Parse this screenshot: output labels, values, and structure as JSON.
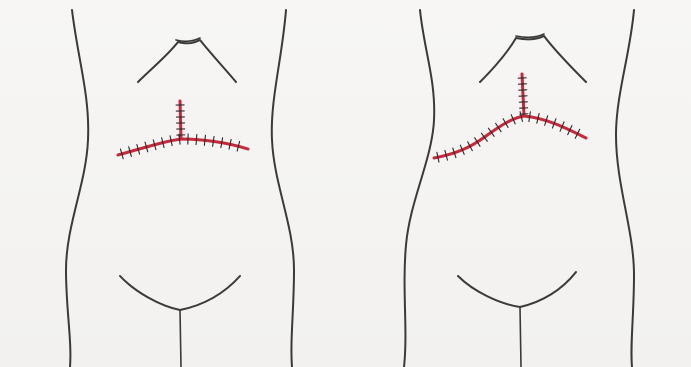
{
  "incision_color": "#c8283a",
  "stitch_color": "#2a2a2a",
  "pencil_color": "#3a3a3a",
  "background_color": "#f4f3f1",
  "figures": [
    {
      "id": "left-torso",
      "incision_type": "chevron-with-vertical-extension"
    },
    {
      "id": "right-torso",
      "incision_type": "asymmetric-chevron-with-vertical-extension"
    }
  ]
}
